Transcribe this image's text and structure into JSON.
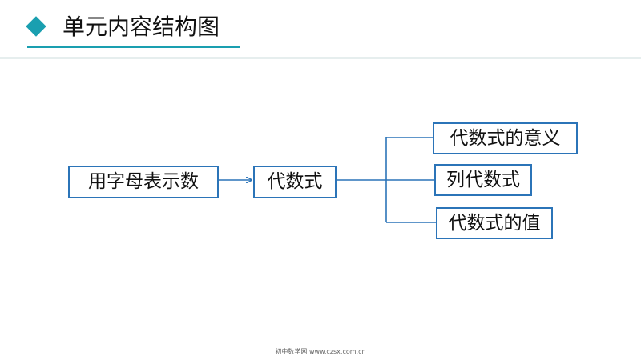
{
  "header": {
    "title": "单元内容结构图",
    "accent_color": "#1a9fb0",
    "icon": "diamond-icon"
  },
  "diagram": {
    "border_color": "#2b74b8",
    "nodes": {
      "root": "用字母表示数",
      "middle": "代数式",
      "child_1": "代数式的意义",
      "child_2": "列代数式",
      "child_3": "代数式的值"
    }
  },
  "footer": {
    "text": "初中数学网 www.czsx.com.cn"
  }
}
